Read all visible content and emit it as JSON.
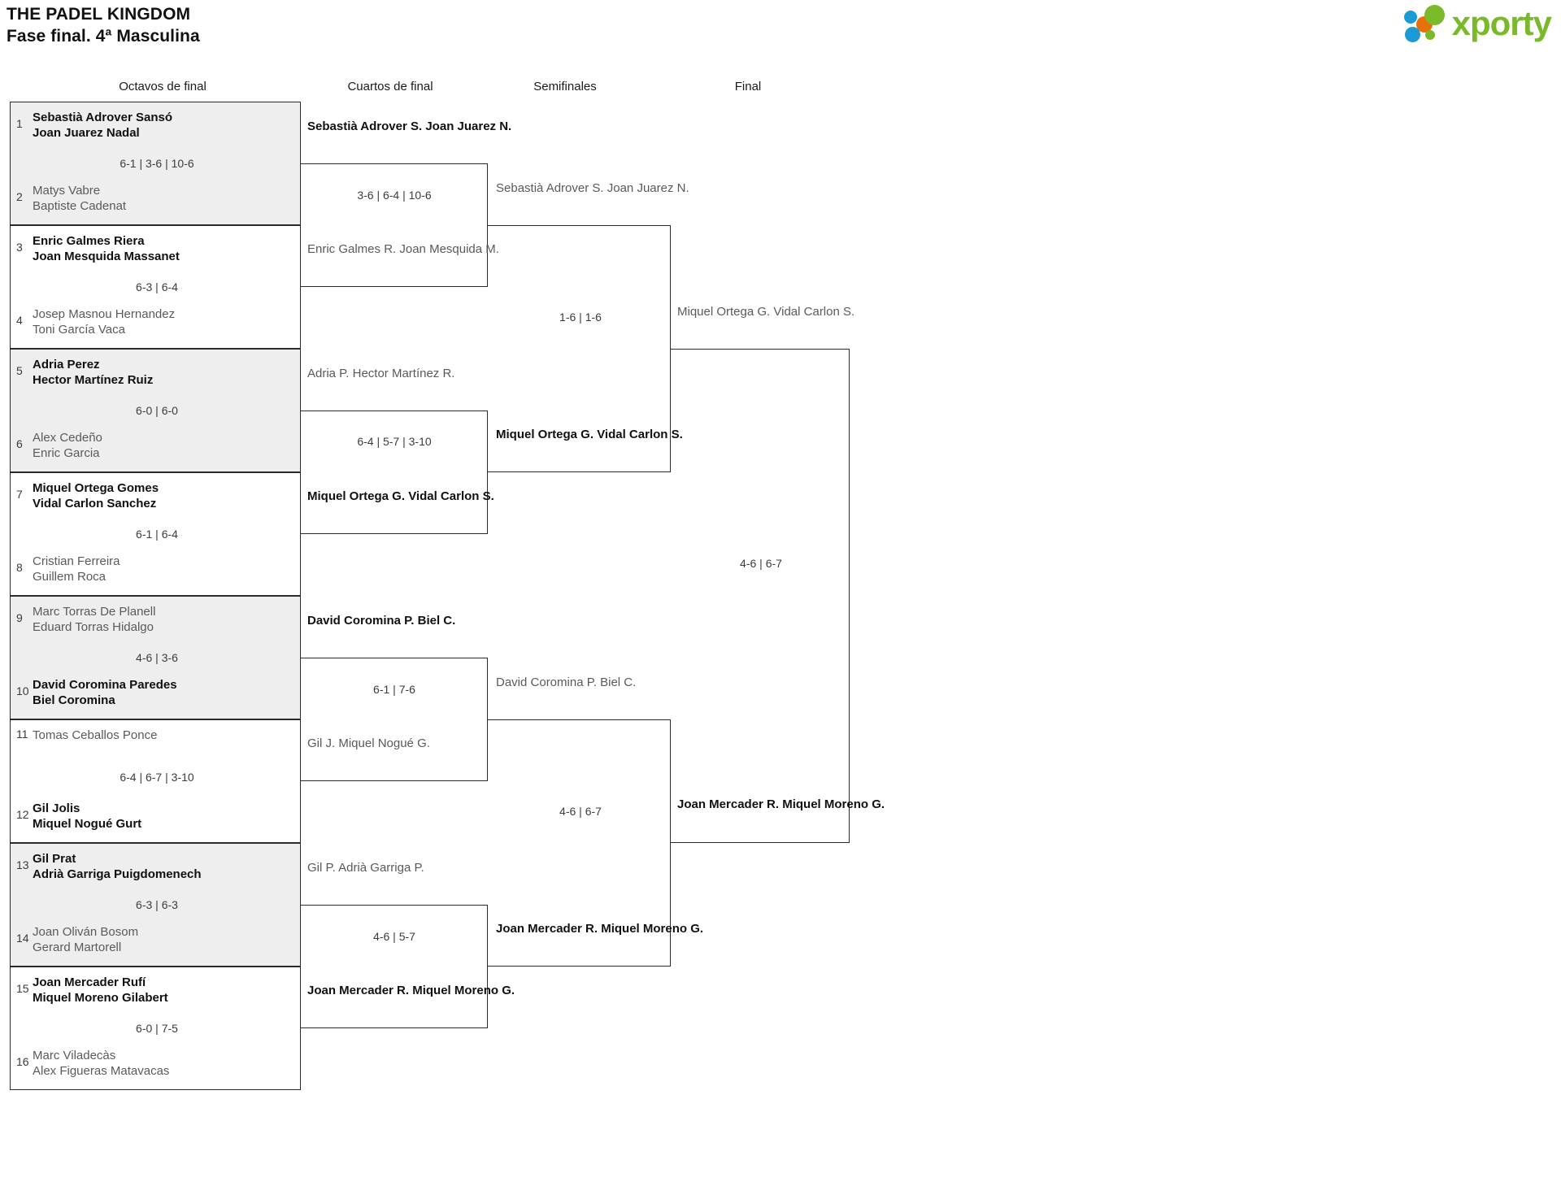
{
  "header": {
    "title": "THE PADEL KINGDOM",
    "subtitle": "Fase final. 4ª Masculina"
  },
  "logo": {
    "text": "xporty",
    "colors": {
      "green": "#7ab929",
      "blue": "#1c9ad6",
      "orange": "#e8700a"
    }
  },
  "rounds": [
    {
      "label": "Octavos de final"
    },
    {
      "label": "Cuartos de final"
    },
    {
      "label": "Semifinales"
    },
    {
      "label": "Final"
    }
  ],
  "round_of_16": [
    {
      "seed_top": "1",
      "seed_bottom": "2",
      "top": {
        "p1": "Sebastià Adrover Sansó",
        "p2": "Joan Juarez Nadal",
        "result": "winner"
      },
      "bottom": {
        "p1": "Matys Vabre",
        "p2": "Baptiste Cadenat",
        "result": "loser"
      },
      "score": "6-1 | 3-6 | 10-6"
    },
    {
      "seed_top": "3",
      "seed_bottom": "4",
      "top": {
        "p1": "Enric Galmes Riera",
        "p2": "Joan Mesquida Massanet",
        "result": "winner"
      },
      "bottom": {
        "p1": "Josep Masnou Hernandez",
        "p2": "Toni García Vaca",
        "result": "loser"
      },
      "score": "6-3 | 6-4"
    },
    {
      "seed_top": "5",
      "seed_bottom": "6",
      "top": {
        "p1": "Adria Perez",
        "p2": "Hector Martínez Ruiz",
        "result": "winner"
      },
      "bottom": {
        "p1": "Alex Cedeño",
        "p2": "Enric Garcia",
        "result": "loser"
      },
      "score": "6-0 | 6-0"
    },
    {
      "seed_top": "7",
      "seed_bottom": "8",
      "top": {
        "p1": "Miquel Ortega Gomes",
        "p2": "Vidal Carlon Sanchez",
        "result": "winner"
      },
      "bottom": {
        "p1": "Cristian Ferreira",
        "p2": "Guillem Roca",
        "result": "loser"
      },
      "score": "6-1 | 6-4"
    },
    {
      "seed_top": "9",
      "seed_bottom": "10",
      "top": {
        "p1": "Marc Torras De Planell",
        "p2": "Eduard Torras Hidalgo",
        "result": "loser"
      },
      "bottom": {
        "p1": "David Coromina Paredes",
        "p2": "Biel Coromina",
        "result": "winner"
      },
      "score": "4-6 | 3-6"
    },
    {
      "seed_top": "11",
      "seed_bottom": "12",
      "top": {
        "p1": "Tomas Ceballos Ponce",
        "p2": "",
        "result": "loser"
      },
      "bottom": {
        "p1": "Gil Jolis",
        "p2": "Miquel Nogué Gurt",
        "result": "winner"
      },
      "score": "6-4 | 6-7 | 3-10"
    },
    {
      "seed_top": "13",
      "seed_bottom": "14",
      "top": {
        "p1": "Gil Prat",
        "p2": "Adrià Garriga Puigdomenech",
        "result": "winner"
      },
      "bottom": {
        "p1": "Joan Oliván Bosom",
        "p2": "Gerard Martorell",
        "result": "loser"
      },
      "score": "6-3 | 6-3"
    },
    {
      "seed_top": "15",
      "seed_bottom": "16",
      "top": {
        "p1": "Joan Mercader Rufí",
        "p2": "Miquel Moreno Gilabert",
        "result": "winner"
      },
      "bottom": {
        "p1": "Marc Viladecàs",
        "p2": "Alex Figueras Matavacas",
        "result": "loser"
      },
      "score": "6-0 | 7-5"
    }
  ],
  "quarter_finals": [
    {
      "top": {
        "p1": "Sebastià Adrover S.",
        "p2": "Joan Juarez N.",
        "result": "winner"
      },
      "bottom": {
        "p1": "Enric Galmes R.",
        "p2": "Joan Mesquida M.",
        "result": "loser"
      },
      "score": "3-6 | 6-4 | 10-6"
    },
    {
      "top": {
        "p1": "Adria P.",
        "p2": "Hector Martínez R.",
        "result": "loser"
      },
      "bottom": {
        "p1": "Miquel Ortega G.",
        "p2": "Vidal Carlon S.",
        "result": "winner"
      },
      "score": "6-4 | 5-7 | 3-10"
    },
    {
      "top": {
        "p1": "David Coromina P.",
        "p2": "Biel C.",
        "result": "winner"
      },
      "bottom": {
        "p1": "Gil J.",
        "p2": "Miquel Nogué G.",
        "result": "loser"
      },
      "score": "6-1 | 7-6"
    },
    {
      "top": {
        "p1": "Gil P.",
        "p2": "Adrià Garriga P.",
        "result": "loser"
      },
      "bottom": {
        "p1": "Joan Mercader R.",
        "p2": "Miquel Moreno G.",
        "result": "winner"
      },
      "score": "4-6 | 5-7"
    }
  ],
  "semi_finals": [
    {
      "top": {
        "p1": "Sebastià Adrover S.",
        "p2": "Joan Juarez N.",
        "result": "loser"
      },
      "bottom": {
        "p1": "Miquel Ortega G.",
        "p2": "Vidal Carlon S.",
        "result": "winner"
      },
      "score": "1-6 | 1-6"
    },
    {
      "top": {
        "p1": "David Coromina P.",
        "p2": "Biel C.",
        "result": "loser"
      },
      "bottom": {
        "p1": "Joan Mercader R.",
        "p2": "Miquel Moreno G.",
        "result": "winner"
      },
      "score": "4-6 | 6-7"
    }
  ],
  "final": {
    "top": {
      "p1": "Miquel Ortega G.",
      "p2": "Vidal Carlon S.",
      "result": "loser"
    },
    "bottom": {
      "p1": "Joan Mercader R.",
      "p2": "Miquel Moreno G.",
      "result": "winner"
    },
    "score": "4-6 | 6-7"
  }
}
